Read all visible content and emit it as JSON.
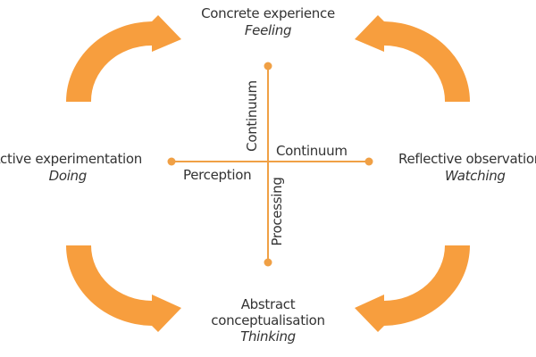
{
  "colors": {
    "accent": "#F79E3E",
    "line": "#F0A045",
    "text": "#333333",
    "background": "#FFFFFF"
  },
  "stages": {
    "top": {
      "title": "Concrete experience",
      "subtitle": "Feeling"
    },
    "right": {
      "title": "Reflective observation",
      "subtitle": "Watching"
    },
    "bottom": {
      "title_line1": "Abstract",
      "title_line2": "conceptualisation",
      "subtitle": "Thinking"
    },
    "left": {
      "title": "Active experimentation",
      "subtitle": "Doing"
    }
  },
  "axes": {
    "vertical_top_label": "Continuum",
    "vertical_bottom_label": "Processing",
    "horizontal_right_label": "Continuum",
    "horizontal_left_label": "Perception"
  },
  "arrows": [
    {
      "name": "arrow-top-left",
      "direction": "clockwise",
      "from": "left",
      "to": "top"
    },
    {
      "name": "arrow-top-right",
      "direction": "counter-clockwise",
      "from": "right",
      "to": "top"
    },
    {
      "name": "arrow-bottom-left",
      "direction": "counter-clockwise",
      "from": "left",
      "to": "bottom"
    },
    {
      "name": "arrow-bottom-right",
      "direction": "clockwise",
      "from": "right",
      "to": "bottom"
    }
  ]
}
